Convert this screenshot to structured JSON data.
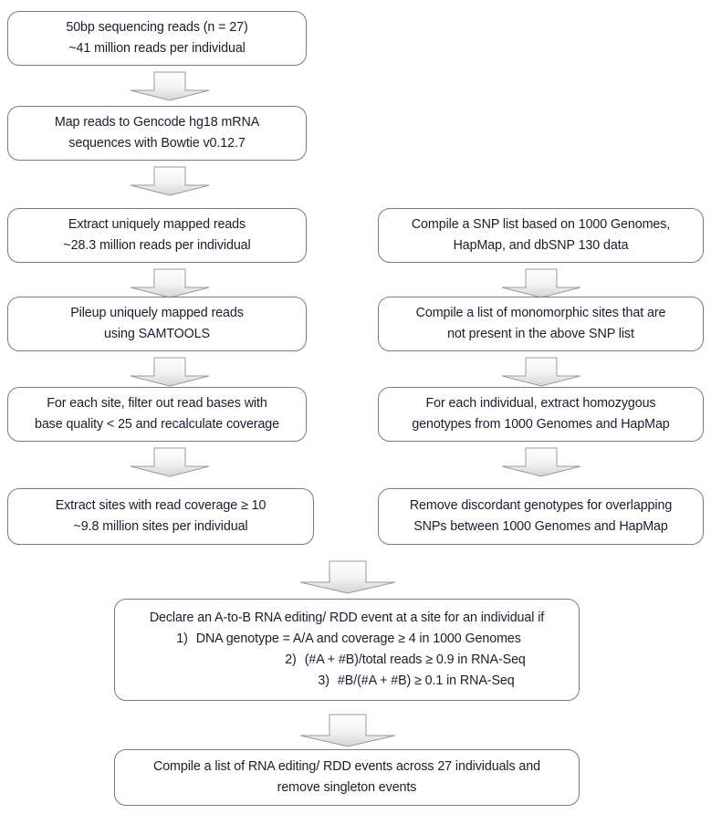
{
  "diagram": {
    "title": "RNA editing / RDD detection pipeline flowchart",
    "type": "flowchart",
    "orientation": "top-to-bottom, two parallel columns merging",
    "colors": {
      "box_border": "#7c7c7c",
      "box_fill": "#ffffff",
      "text": "#1c1c2e",
      "arrow_fill_top": "#ffffff",
      "arrow_fill_bottom": "#d9d9d9",
      "arrow_border": "#9a9a9a",
      "page_background": "#ffffff"
    },
    "left_column": [
      {
        "id": "rna-reads",
        "lines": [
          "50bp sequencing reads (n = 27)",
          "~41 million reads per individual"
        ]
      },
      {
        "id": "map-reads",
        "lines": [
          "Map reads to Gencode hg18 mRNA",
          "sequences with Bowtie v0.12.7"
        ]
      },
      {
        "id": "extract-unique",
        "lines": [
          "Extract uniquely mapped reads",
          "~28.3 million reads per individual"
        ]
      },
      {
        "id": "pileup",
        "lines": [
          "Pileup uniquely mapped reads",
          "using SAMTOOLS"
        ]
      },
      {
        "id": "base-quality-filter",
        "lines": [
          "For each site, filter out read bases with",
          "base quality < 25 and recalculate coverage"
        ]
      },
      {
        "id": "coverage-filter",
        "lines": [
          "Extract sites with read coverage ≥ 10",
          "~9.8 million sites per individual"
        ]
      }
    ],
    "right_column": [
      {
        "id": "snp-list",
        "lines": [
          "Compile a SNP list based on 1000 Genomes,",
          "HapMap, and dbSNP 130 data"
        ]
      },
      {
        "id": "monomorphic-list",
        "lines": [
          "Compile a list of monomorphic sites that are",
          "not present in the above SNP list"
        ]
      },
      {
        "id": "homozygous-genotypes",
        "lines": [
          "For each individual, extract homozygous",
          "genotypes from 1000 Genomes and HapMap"
        ]
      },
      {
        "id": "remove-discordant",
        "lines": [
          "Remove discordant genotypes for overlapping",
          "SNPs between 1000 Genomes and HapMap"
        ]
      }
    ],
    "merged_column": [
      {
        "id": "declare-event",
        "heading": "Declare an A-to-B RNA editing/ RDD event at a site for an individual if",
        "criteria": [
          {
            "number": "1)",
            "text": "DNA genotype = A/A and coverage ≥ 4 in 1000 Genomes"
          },
          {
            "number": "2)",
            "text": "(#A + #B)/total reads ≥ 0.9 in RNA-Seq"
          },
          {
            "number": "3)",
            "text": "#B/(#A + #B) ≥ 0.1 in RNA-Seq"
          }
        ]
      },
      {
        "id": "compile-events",
        "lines": [
          "Compile a list of RNA editing/ RDD events across 27 individuals and",
          "remove singleton events"
        ]
      }
    ],
    "connectors": [
      {
        "id": "arrow-left-1",
        "from": "rna-reads",
        "to": "map-reads",
        "glyph": "down-block-arrow"
      },
      {
        "id": "arrow-left-2",
        "from": "map-reads",
        "to": "extract-unique",
        "glyph": "down-block-arrow"
      },
      {
        "id": "arrow-left-3",
        "from": "extract-unique",
        "to": "pileup",
        "glyph": "down-block-arrow"
      },
      {
        "id": "arrow-left-4",
        "from": "pileup",
        "to": "base-quality-filter",
        "glyph": "down-block-arrow"
      },
      {
        "id": "arrow-left-5",
        "from": "base-quality-filter",
        "to": "coverage-filter",
        "glyph": "down-block-arrow"
      },
      {
        "id": "arrow-right-1",
        "from": "snp-list",
        "to": "monomorphic-list",
        "glyph": "down-block-arrow"
      },
      {
        "id": "arrow-right-2",
        "from": "monomorphic-list",
        "to": "homozygous-genotypes",
        "glyph": "down-block-arrow"
      },
      {
        "id": "arrow-right-3",
        "from": "homozygous-genotypes",
        "to": "remove-discordant",
        "glyph": "down-block-arrow"
      },
      {
        "id": "arrow-merge",
        "from": "coverage-filter+remove-discordant",
        "to": "declare-event",
        "glyph": "down-block-arrow"
      },
      {
        "id": "arrow-final",
        "from": "declare-event",
        "to": "compile-events",
        "glyph": "down-block-arrow"
      }
    ]
  }
}
